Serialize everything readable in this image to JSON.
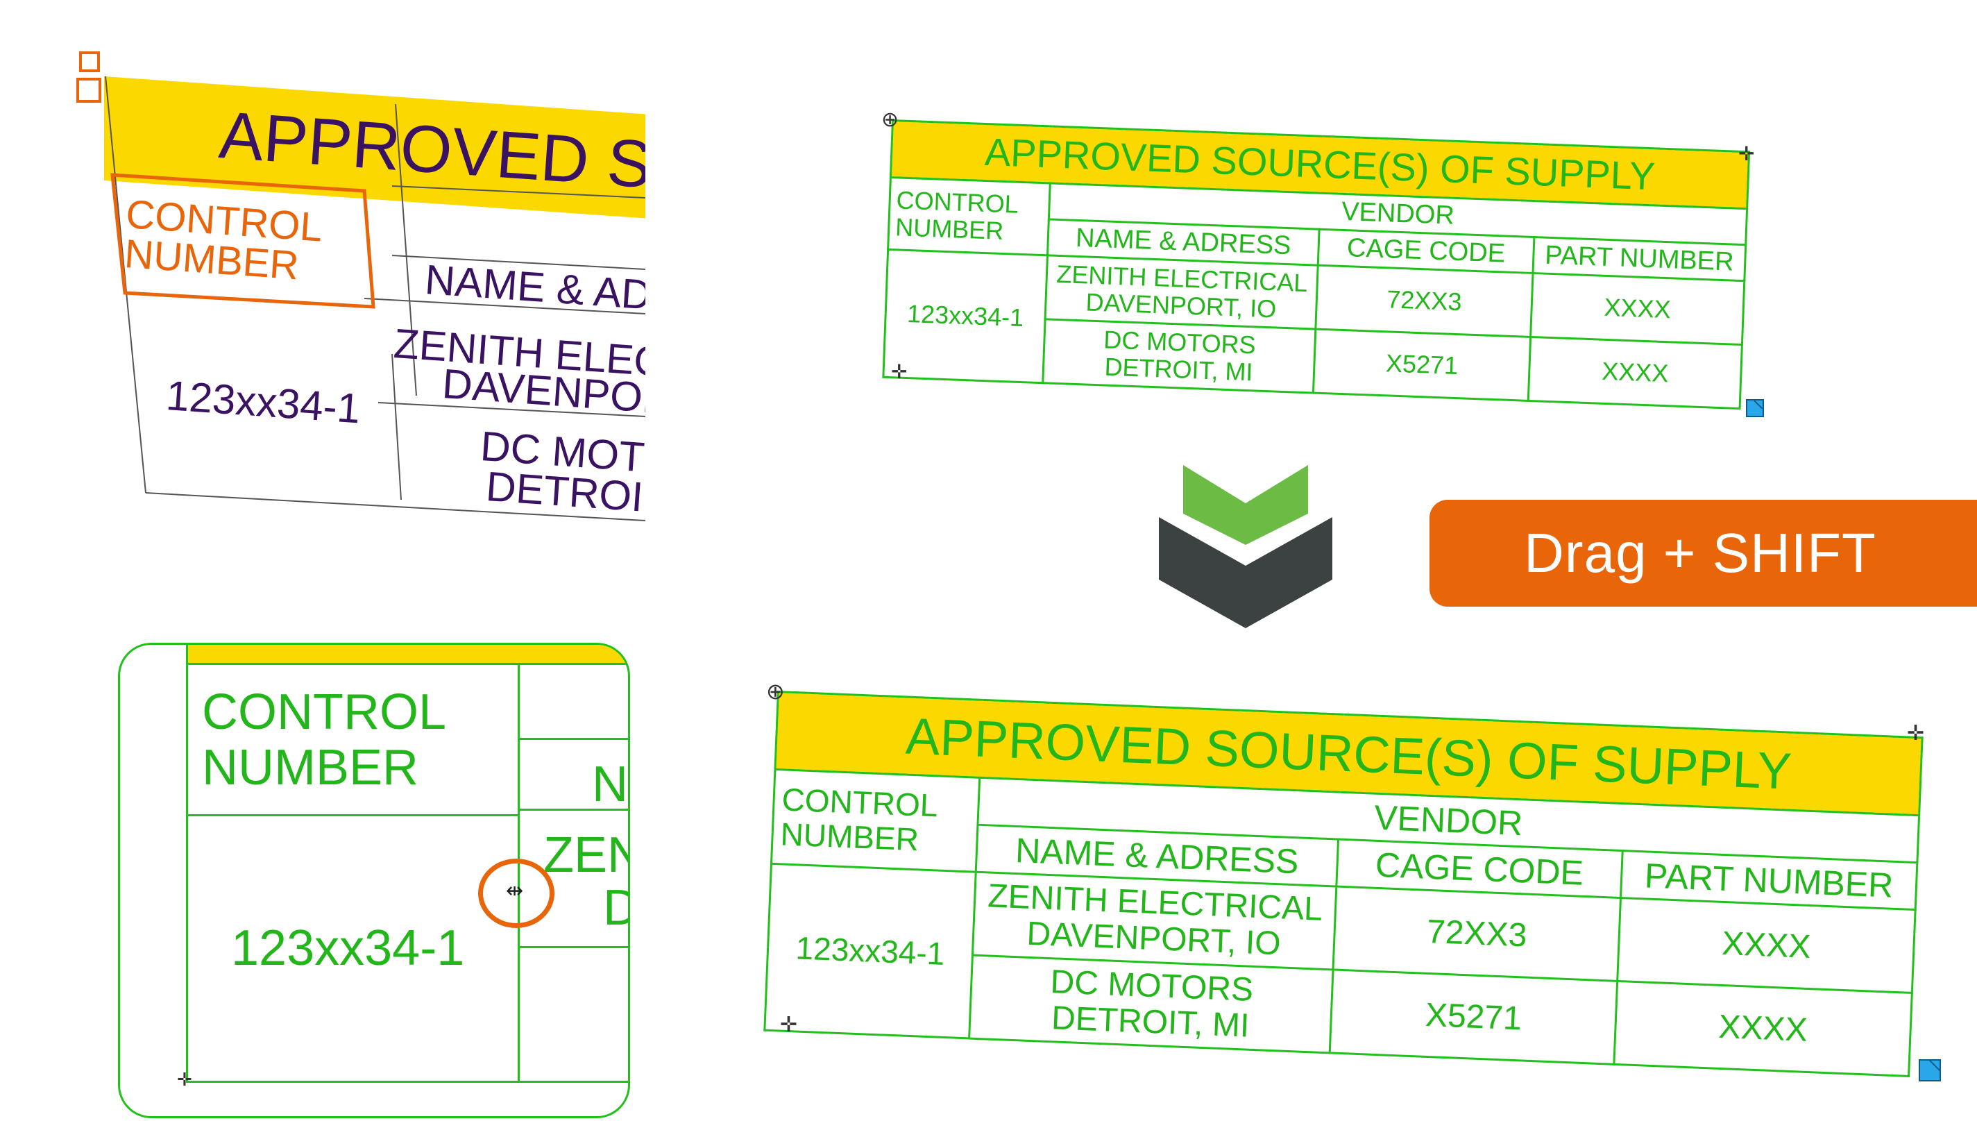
{
  "table": {
    "title": "APPROVED SOURCE(S) OF SUPPLY",
    "control_header_line1": "CONTROL",
    "control_header_line2": "NUMBER",
    "vendor_header": "VENDOR",
    "col_name": "NAME & ADRESS",
    "col_cage": "CAGE CODE",
    "col_part": "PART NUMBER",
    "control_value": "123xx34-1",
    "rows": [
      {
        "name_line1": "ZENITH ELECTRICAL",
        "name_line2": "DAVENPORT, IO",
        "cage": "72XX3",
        "part": "XXXX"
      },
      {
        "name_line1": "DC MOTORS",
        "name_line2": "DETROIT, MI",
        "cage": "X5271",
        "part": "XXXX"
      }
    ]
  },
  "zoom_crop": {
    "title_partial": "APPROVED S",
    "name_partial": "NAME & AD",
    "row1_line1_partial": "ZENITH ELEC",
    "row1_line2_partial": "DAVENPOR",
    "row2_line1_partial": "DC MOT",
    "row2_line2_partial": "DETROI"
  },
  "detail_crop": {
    "name_partial": "N",
    "row1_line1_partial": "ZEN",
    "row1_line2_partial": "D"
  },
  "callout": {
    "label": "Drag + SHIFT"
  },
  "colors": {
    "title_fill": "#fcd801",
    "green_line": "#22c01b",
    "purple_text": "#3a1262",
    "orange": "#e8650a",
    "arrow_green": "#6bbb45",
    "arrow_dark": "#3c4142"
  },
  "icons": {
    "arrow": "chevron-down-arrow-icon",
    "cursor": "resize-cursor-icon",
    "grip": "resize-grip-icon",
    "corner": "corner-handle-icon"
  }
}
